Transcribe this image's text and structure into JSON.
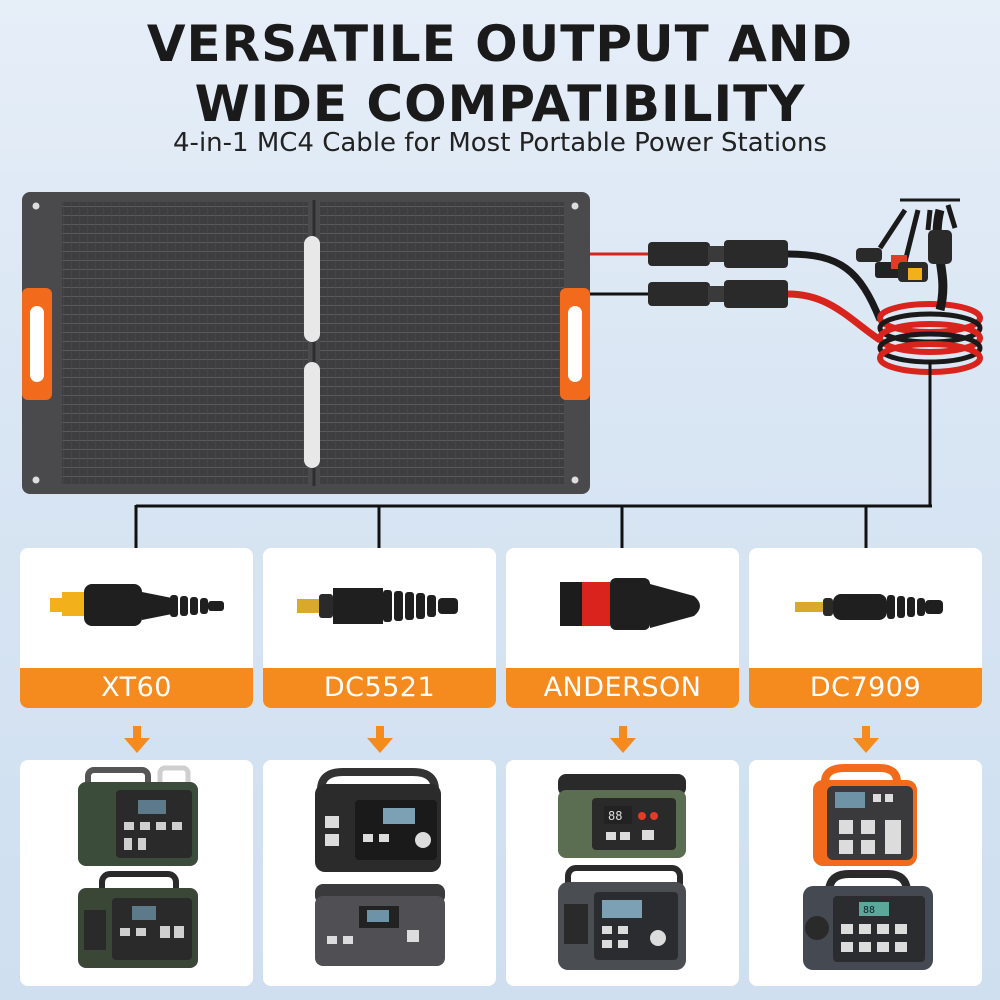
{
  "header": {
    "title_line1": "VERSATILE OUTPUT AND",
    "title_line2": "WIDE COMPATIBILITY",
    "subtitle": "4-in-1 MC4 Cable for Most Portable Power Stations"
  },
  "connectors": [
    {
      "label": "XT60",
      "icon": "xt60-plug-icon"
    },
    {
      "label": "DC5521",
      "icon": "dc5521-plug-icon"
    },
    {
      "label": "ANDERSON",
      "icon": "anderson-plug-icon"
    },
    {
      "label": "DC7909",
      "icon": "dc7909-plug-icon"
    }
  ],
  "station_displays": [
    "88",
    "88"
  ],
  "colors": {
    "accent_orange": "#f58b1f",
    "panel_dark": "#3d3d3f",
    "cable_red": "#d9231d",
    "background": "#dbe7f4"
  }
}
